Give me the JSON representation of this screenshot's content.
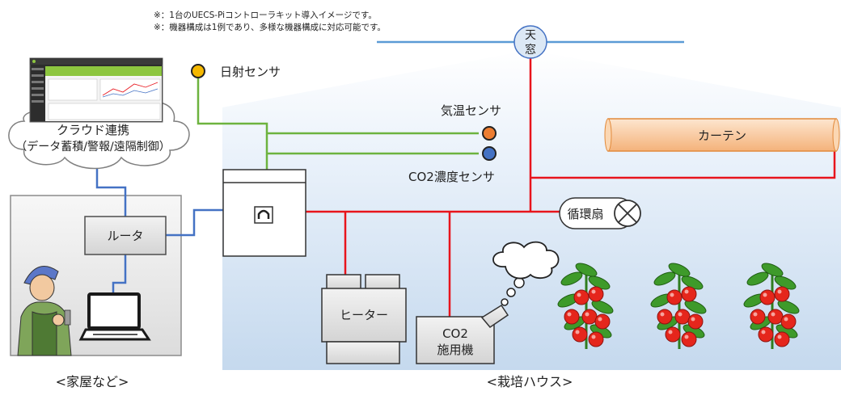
{
  "notes": [
    "※：1台のUECS-Piコントローラキット導入イメージです。",
    "※：機器構成は1例であり、多様な機器構成に対応可能です。"
  ],
  "cloud": {
    "title": "クラウド連携",
    "subtitle": "（データ蓄積/警報/遠隔制御）"
  },
  "home": {
    "router": "ルータ",
    "caption": "<家屋など>"
  },
  "house": {
    "caption": "<栽培ハウス>",
    "window": [
      "天",
      "窓"
    ]
  },
  "sensors": {
    "solar": "日射センサ",
    "temperature": "気温センサ",
    "co2": "CO2濃度センサ"
  },
  "devices": {
    "curtain": "カーテン",
    "fan": "循環扇",
    "heater": "ヒーター",
    "co2_applicator": [
      "CO2",
      "施用機"
    ]
  },
  "colors": {
    "red_line": "#e8141c",
    "green_line": "#6db33f",
    "blue_line": "#4472c4",
    "solar_dot": "#f5b800",
    "temp_dot": "#ed7d31",
    "co2_dot": "#4472c4",
    "curtain": "#f8cfa8"
  }
}
